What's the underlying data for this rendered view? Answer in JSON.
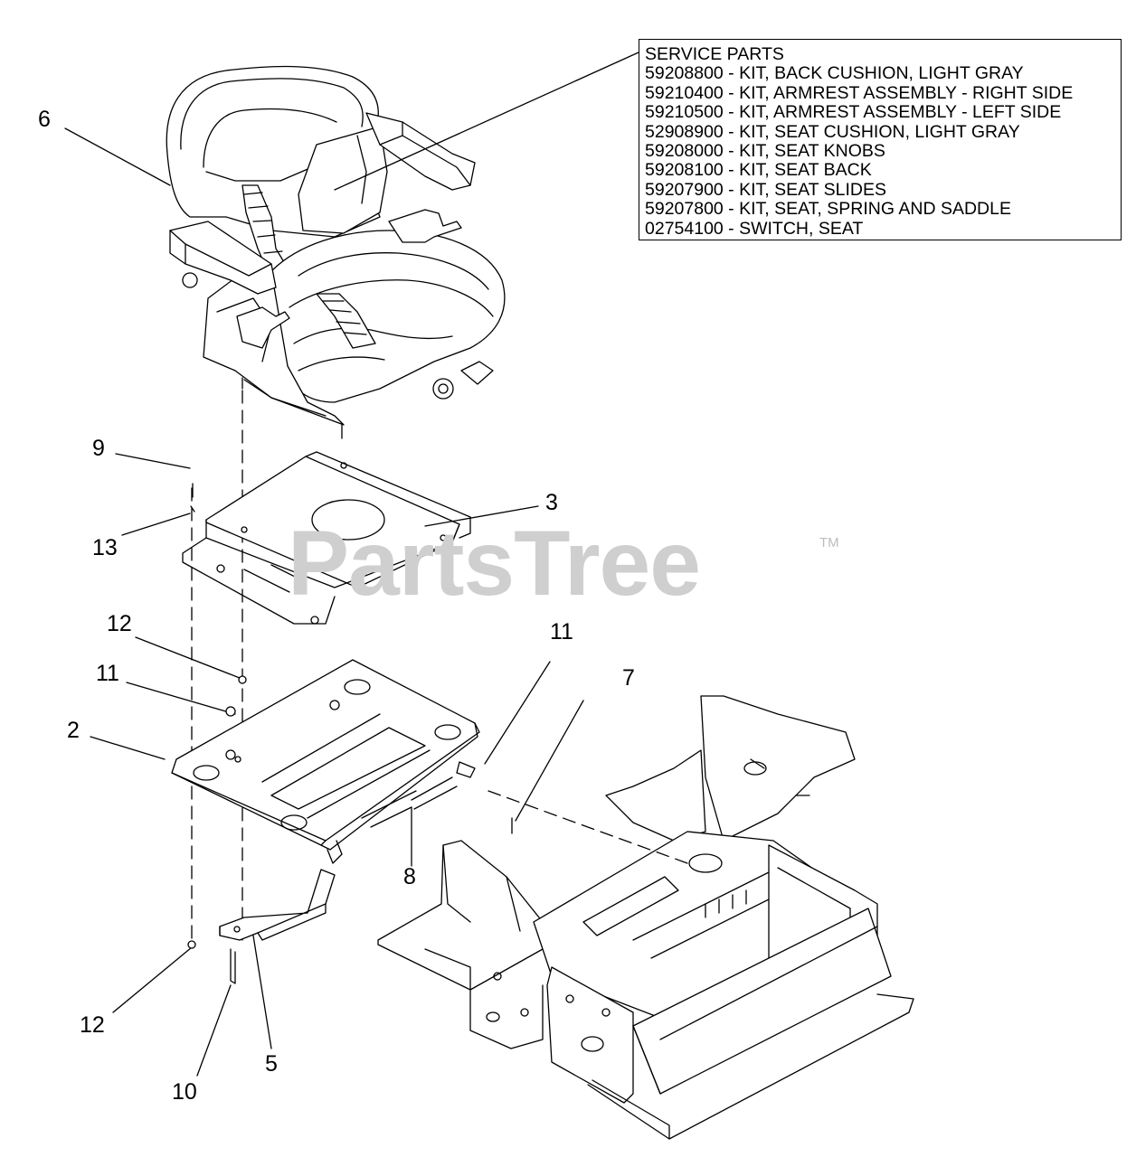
{
  "service_parts": {
    "title": "SERVICE PARTS",
    "items": [
      "59208800 - KIT, BACK CUSHION, LIGHT GRAY",
      "59210400 - KIT, ARMREST ASSEMBLY - RIGHT SIDE",
      "59210500 - KIT, ARMREST ASSEMBLY - LEFT SIDE",
      "52908900 - KIT, SEAT CUSHION, LIGHT GRAY",
      "59208000 - KIT, SEAT KNOBS",
      "59208100 - KIT, SEAT BACK",
      "59207900 - KIT, SEAT SLIDES",
      "59207800 - KIT, SEAT, SPRING AND SADDLE",
      "02754100 - SWITCH, SEAT"
    ]
  },
  "callouts": {
    "c6": "6",
    "c9": "9",
    "c13": "13",
    "c3": "3",
    "c12a": "12",
    "c11a": "11",
    "c2": "2",
    "c11b": "11",
    "c7": "7",
    "c8": "8",
    "c12b": "12",
    "c10": "10",
    "c5": "5"
  },
  "watermark": {
    "text": "PartsTree",
    "tm": "TM"
  },
  "colors": {
    "line": "#000000",
    "watermark": "#cfcfcf",
    "background": "#ffffff"
  }
}
